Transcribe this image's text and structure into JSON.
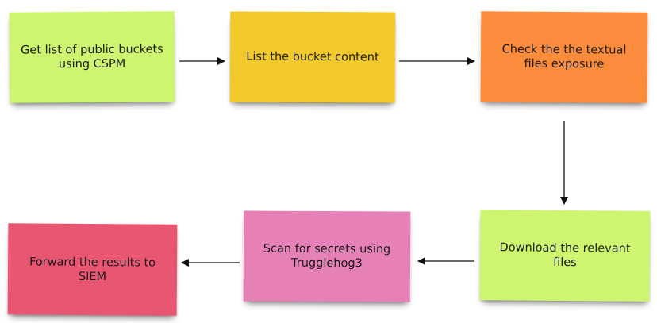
{
  "notes": [
    {
      "id": "step1",
      "text": "Get list of public buckets using CSPM",
      "color": "#cdf56f"
    },
    {
      "id": "step2",
      "text": "List the bucket content",
      "color": "#f2c92a"
    },
    {
      "id": "step3",
      "text": "Check the the textual files exposure",
      "color": "#fb8c3c"
    },
    {
      "id": "step4",
      "text": "Download the relevant files",
      "color": "#cdf56f"
    },
    {
      "id": "step5",
      "text": "Scan for secrets using Trugglehog3",
      "color": "#e581b6"
    },
    {
      "id": "step6",
      "text": "Forward the results to SIEM",
      "color": "#e85672"
    }
  ],
  "arrow_color": "#111111"
}
